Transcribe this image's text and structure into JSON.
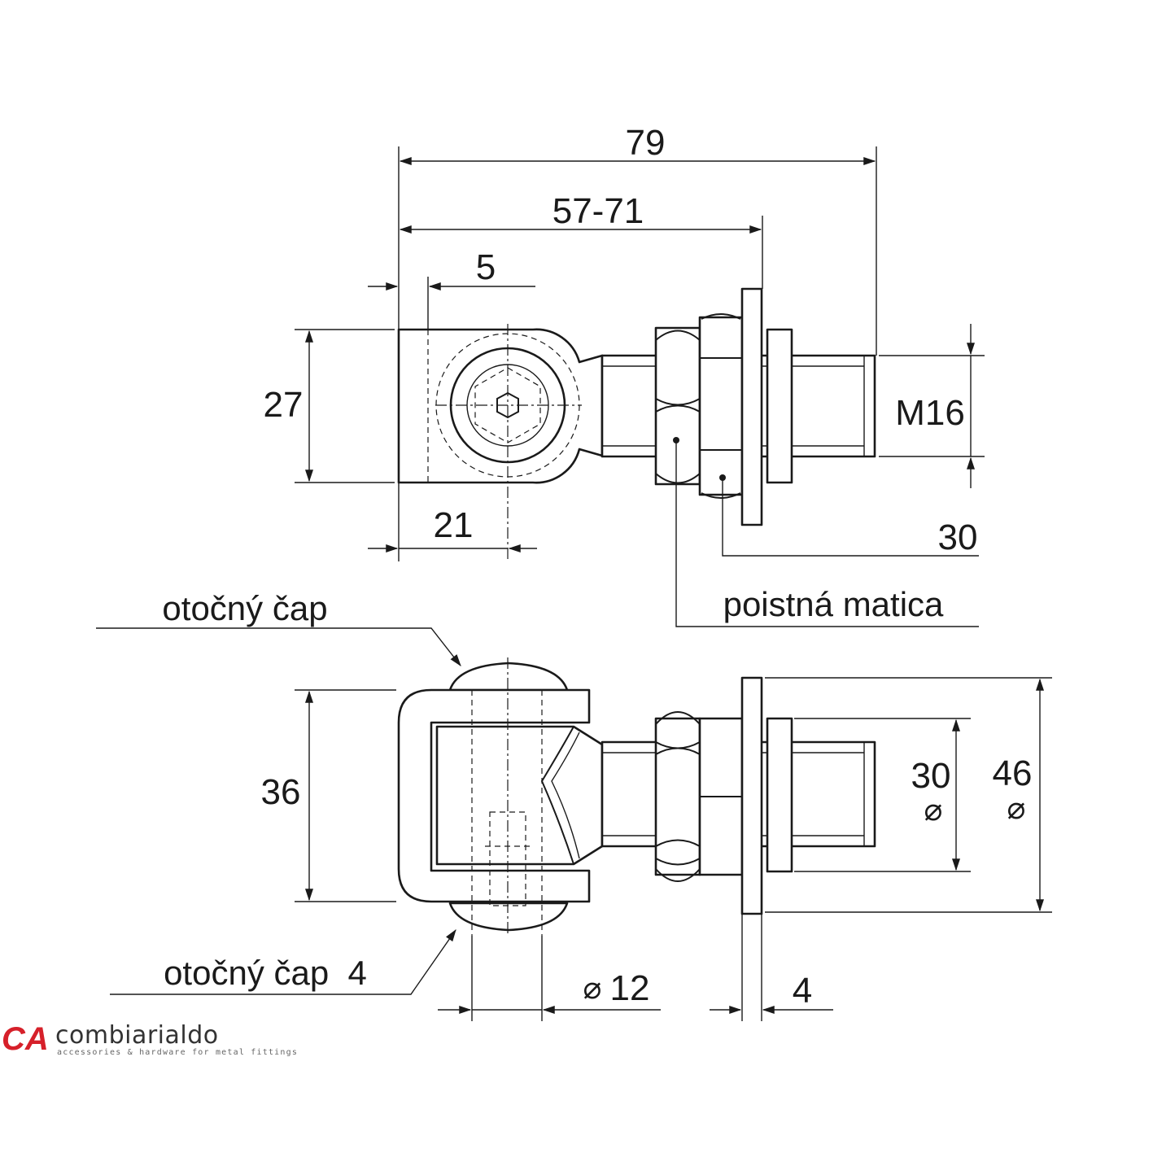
{
  "dimensions": {
    "overall_length": "79",
    "adjust_range": "57-71",
    "offset": "5",
    "eye_height": "27",
    "pin_center": "21",
    "thread": "M16",
    "nut_size": "30",
    "yoke_height": "36",
    "washer_small_dia": "30",
    "washer_large_dia": "46",
    "pin_dia": "12",
    "washer_thickness": "4"
  },
  "labels": {
    "lock_nut": "poistná matica",
    "pivot_pin_top": "otočný čap",
    "pivot_pin_bottom": "otočný čap  4"
  },
  "symbols": {
    "diameter": "⌀"
  },
  "logo": {
    "mark": "CA",
    "name": "combiarialdo",
    "tagline": "accessories & hardware for metal fittings",
    "brand_color": "#d6202a"
  }
}
